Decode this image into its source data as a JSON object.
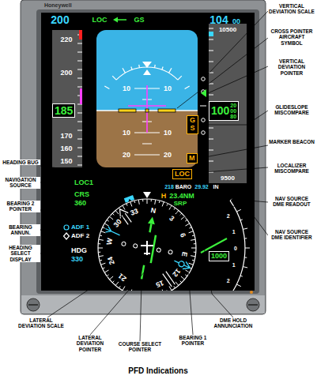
{
  "diagram": {
    "caption": "PFD Indications",
    "nodes": [
      {
        "text": [
          "185"
        ]
      },
      {
        "text": [
          "100",
          "20",
          "00",
          "80"
        ]
      },
      {
        "text": [
          "G S"
        ]
      },
      {
        "text": [
          "M"
        ]
      },
      {
        "text": [
          "LOC"
        ]
      },
      {
        "text": [
          "1000"
        ]
      }
    ],
    "labels": [
      "Honeywell",
      "200",
      "LOC",
      "GS",
      "104",
      "00",
      "220",
      "200",
      "170",
      "160",
      "150",
      "10500",
      "10",
      "10",
      "10",
      "10",
      "20",
      "20",
      "9500",
      "218",
      "BARO",
      "29.92",
      "IN",
      "H",
      "23.4NM",
      "SRP",
      "LOC1",
      "CRS",
      "360",
      "ADF 1",
      "ADF 2",
      "HDG",
      "330",
      "N",
      "3",
      "6",
      "E",
      "12",
      "15",
      "21",
      "24",
      "W",
      "30",
      "33",
      "2",
      "1",
      "0",
      "1",
      "2",
      "VERTICAL DEVIATION SCALE",
      "CROSS POINTER AIRCRAFT SYMBOL",
      "VERTICAL DEVIATION POINTER",
      "GLIDESLOPE MISCOMPARE",
      "MARKER BEACON",
      "LOCALIZER MISCOMPARE",
      "NAV SOURCE DME READOUT",
      "NAV SOURCE DME IDENTIFIER",
      "DME HOLD ANNUNCIATION",
      "BEARING 1 POINTER",
      "COURSE SELECT POINTER",
      "LATERAL DEVIATION POINTER",
      "LATERAL DEVIATION SCALE",
      "HEADING SELECT DISPLAY",
      "BEARING ANNUN.",
      "BEARING 2 POINTER",
      "NAVIGATION SOURCE",
      "HEADING BUG"
    ]
  }
}
